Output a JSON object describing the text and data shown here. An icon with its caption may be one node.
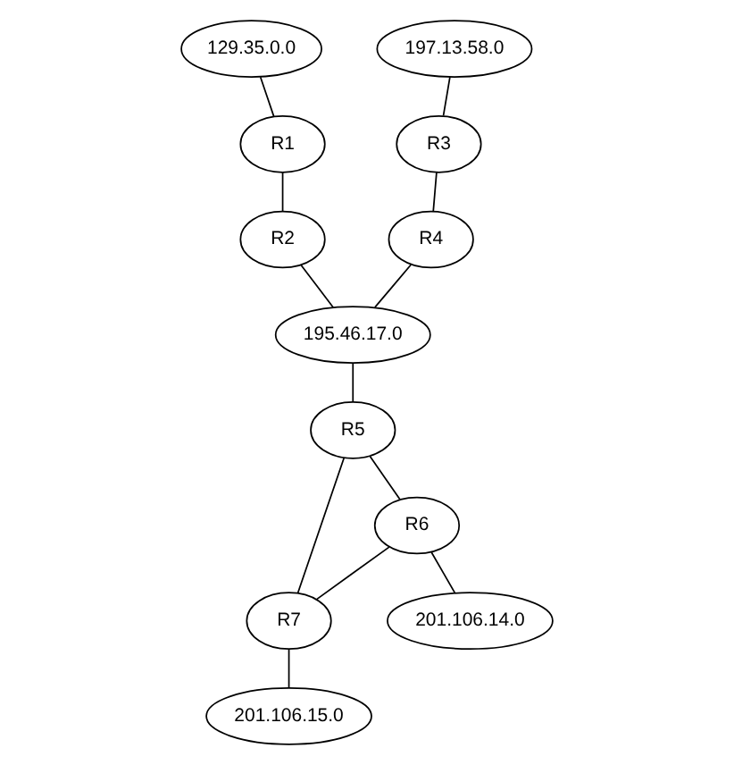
{
  "diagram": {
    "nodes": [
      {
        "text": [
          "129.35.0.0"
        ]
      },
      {
        "text": [
          "R1"
        ]
      },
      {
        "text": [
          "R2"
        ]
      },
      {
        "text": [
          "197.13.58.0"
        ]
      },
      {
        "text": [
          "R3"
        ]
      },
      {
        "text": [
          "R4"
        ]
      },
      {
        "text": [
          "195.46.17.0"
        ]
      },
      {
        "text": [
          "R5"
        ]
      },
      {
        "text": [
          "R6"
        ]
      },
      {
        "text": [
          "R7"
        ]
      },
      {
        "text": [
          "201.106.14.0"
        ]
      },
      {
        "text": [
          "201.106.15.0"
        ]
      }
    ],
    "edges": [
      {
        "from": 0,
        "to": 1,
        "arrow": "none"
      },
      {
        "from": 1,
        "to": 2,
        "arrow": "none"
      },
      {
        "from": 3,
        "to": 4,
        "arrow": "none"
      },
      {
        "from": 4,
        "to": 5,
        "arrow": "none"
      },
      {
        "from": 2,
        "to": 6,
        "arrow": "none"
      },
      {
        "from": 5,
        "to": 6,
        "arrow": "none"
      },
      {
        "from": 6,
        "to": 7,
        "arrow": "none"
      },
      {
        "from": 7,
        "to": 8,
        "arrow": "none"
      },
      {
        "from": 7,
        "to": 9,
        "arrow": "none"
      },
      {
        "from": 8,
        "to": 9,
        "arrow": "none"
      },
      {
        "from": 8,
        "to": 10,
        "arrow": "none"
      },
      {
        "from": 9,
        "to": 11,
        "arrow": "none"
      }
    ]
  }
}
